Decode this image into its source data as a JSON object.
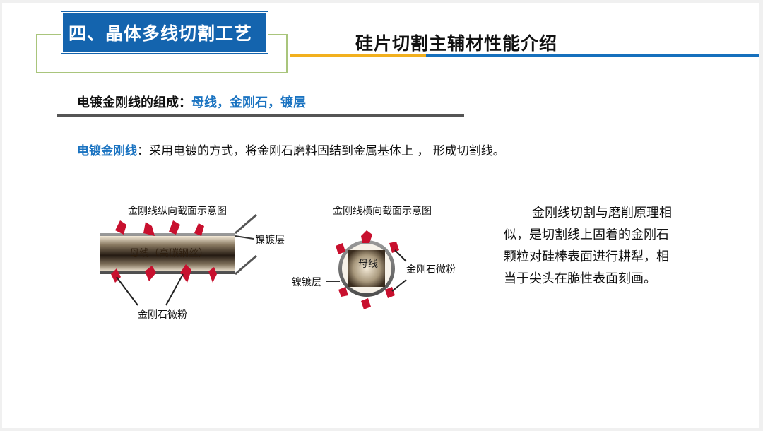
{
  "header": {
    "section_label": "四、晶体多线切割工艺",
    "title": "硅片切割主辅材性能介绍"
  },
  "composition": {
    "prefix": "电镀金刚线的组成：",
    "parts": "母线，金刚石，镀层"
  },
  "definition": {
    "term": "电镀金刚线",
    "text": "：采用电镀的方式，将金刚石磨料固结到金属基体上 ， 形成切割线。"
  },
  "diagrams": {
    "longitudinal": {
      "title": "金刚线纵向截面示意图",
      "core_label": "母线（高碳钢丝）",
      "plating_label": "镍镀层",
      "particle_label": "金刚石微粉"
    },
    "transverse": {
      "title": "金刚线横向截面示意图",
      "core_label": "母线",
      "plating_label": "镍镀层",
      "particle_label": "金刚石微粉"
    }
  },
  "side_text": "金刚线切割与磨削原理相似，是切割线上固着的金刚石颗粒对硅棒表面进行耕犁，相当于尖头在脆性表面刻画。",
  "colors": {
    "brand_blue": "#1464ae",
    "accent_blue": "#1a73c1",
    "yellow": "#f2b01e",
    "green": "#a9c57c",
    "diamond_red": "#c8102e"
  }
}
